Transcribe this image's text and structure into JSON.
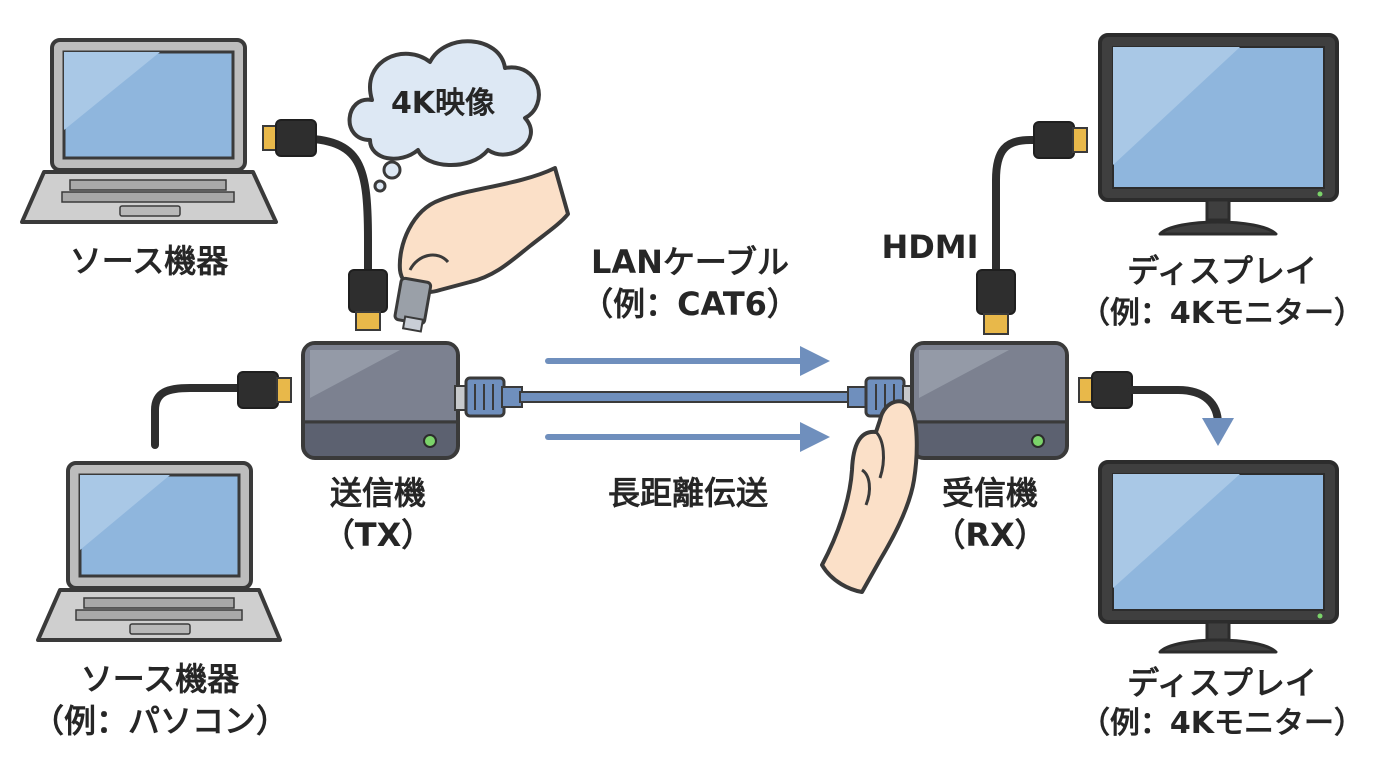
{
  "bubble": {
    "text": "4K映像"
  },
  "source_top": {
    "label": "ソース機器"
  },
  "source_bottom": {
    "line1": "ソース機器",
    "line2": "（例：パソコン）"
  },
  "transmitter": {
    "line1": "送信機",
    "line2": "（TX）"
  },
  "receiver": {
    "line1": "受信機",
    "line2": "（RX）"
  },
  "cable": {
    "line1": "LANケーブル",
    "line2": "（例：CAT6）",
    "range_label": "長距離伝送"
  },
  "hdmi_label": "HDMI",
  "display_top": {
    "line1": "ディスプレイ",
    "line2": "（例：4Kモニター）"
  },
  "display_bottom": {
    "line1": "ディスプレイ",
    "line2": "（例：4Kモニター）"
  },
  "colors": {
    "outline": "#3a3a3a",
    "screen": "#8fb6dd",
    "laptop_body": "#cfcfcf",
    "device_body": "#5c6170",
    "lan_cable": "#6f8fbd",
    "arrow": "#6f8fbd",
    "hdmi_gold": "#e8b84a",
    "led": "#7bd46a",
    "skin": "#fbe0c8",
    "bubble": "#dde8f4"
  }
}
